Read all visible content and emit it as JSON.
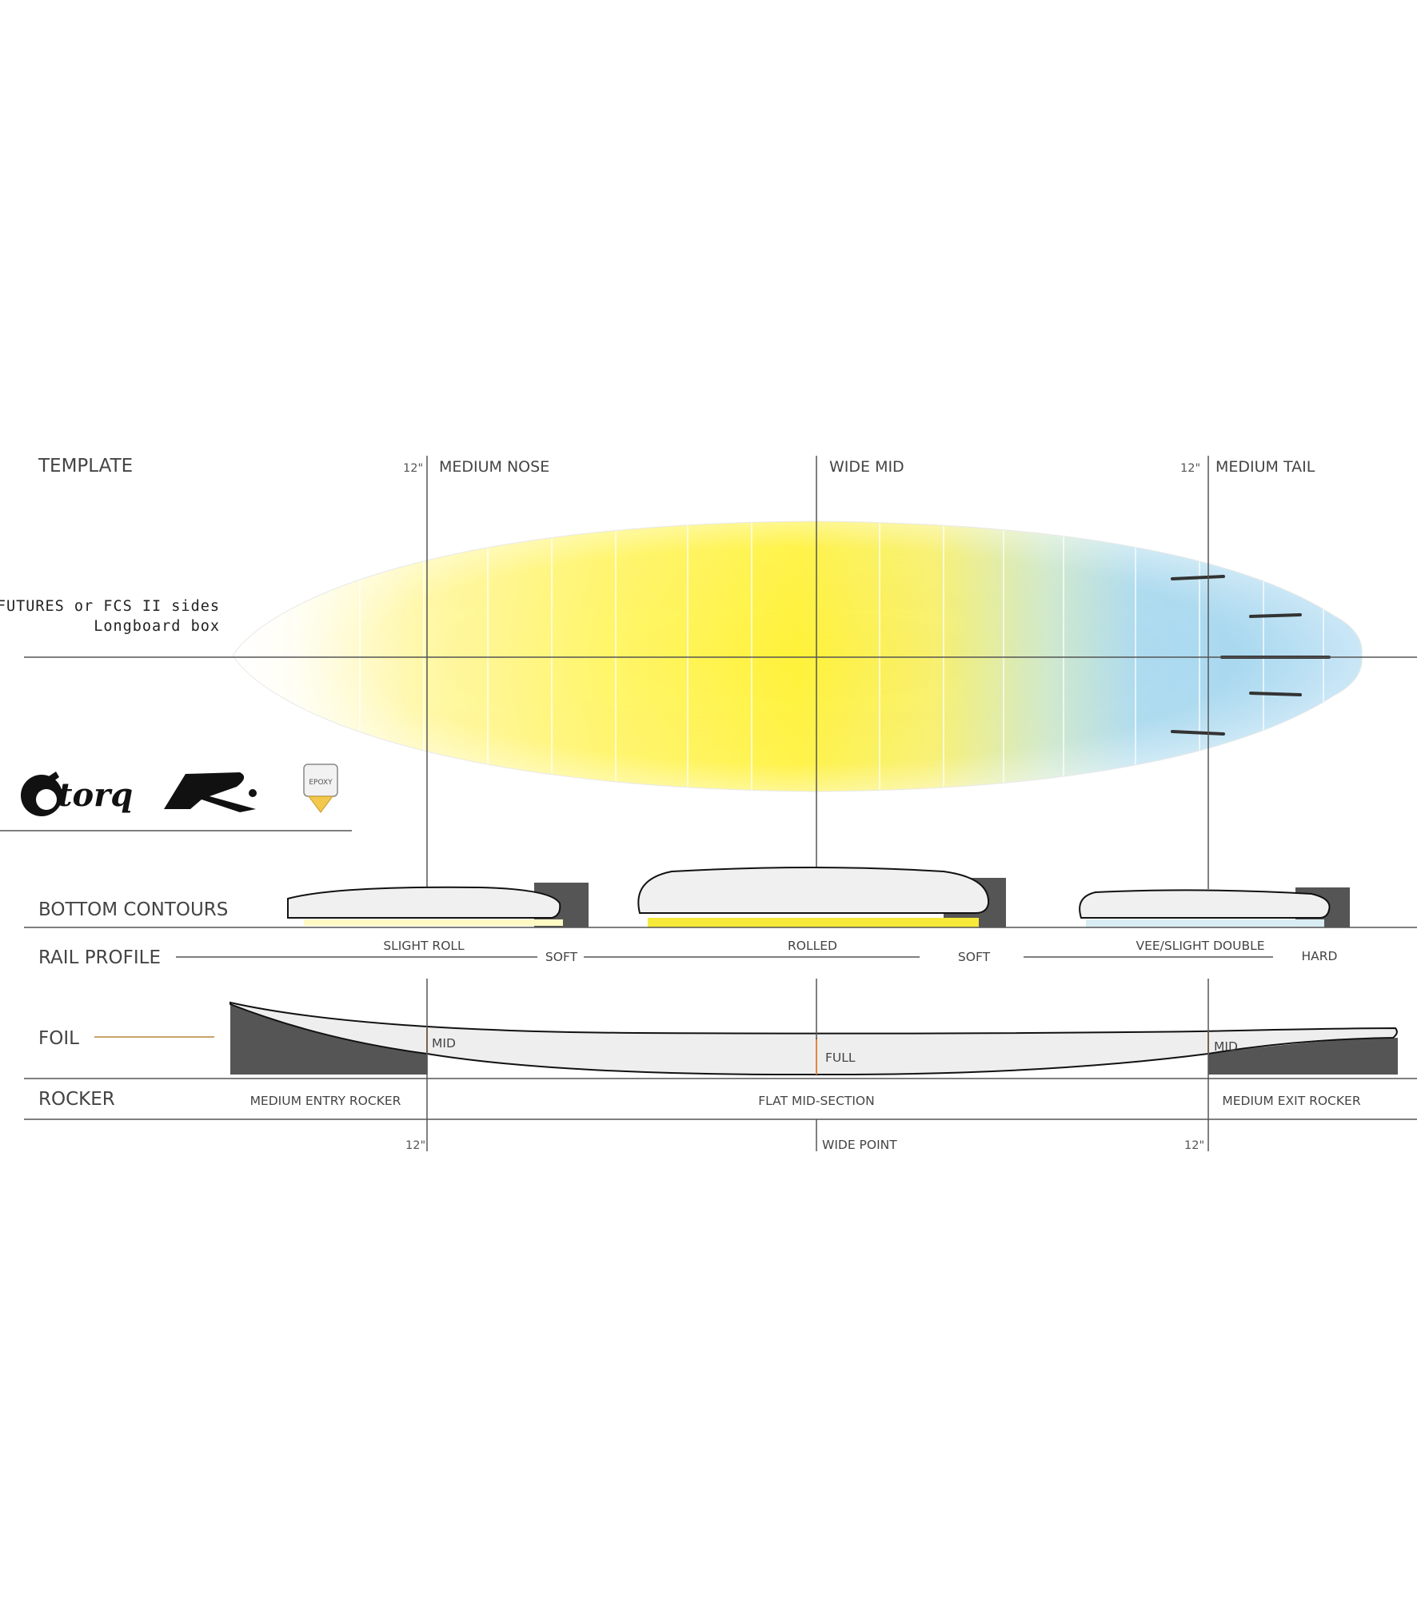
{
  "template": {
    "title": "TEMPLATE",
    "nose_mark": "12\"",
    "nose_label": "MEDIUM NOSE",
    "mid_label": "WIDE MID",
    "tail_mark": "12\"",
    "tail_label": "MEDIUM TAIL",
    "fin_setup_line1": "FUTURES or FCS II sides",
    "fin_setup_line2": "Longboard box"
  },
  "logos": [
    {
      "name": "torq",
      "text": "torq"
    },
    {
      "name": "rusty",
      "text": "R"
    },
    {
      "name": "epoxy-badge",
      "text": "EPOXY"
    }
  ],
  "bottom_contours": {
    "title": "BOTTOM  CONTOURS",
    "nose": "SLIGHT ROLL",
    "mid": "ROLLED",
    "tail": "VEE/SLIGHT DOUBLE"
  },
  "rail_profile": {
    "title": "RAIL PROFILE",
    "nose": "SOFT",
    "mid": "SOFT",
    "tail": "HARD"
  },
  "foil": {
    "title": "FOIL",
    "nose": "MID",
    "mid": "FULL",
    "tail": "MID"
  },
  "rocker": {
    "title": "ROCKER",
    "entry": "MEDIUM ENTRY ROCKER",
    "mid": "FLAT MID-SECTION",
    "exit": "MEDIUM EXIT ROCKER"
  },
  "footer": {
    "nose_mark": "12\"",
    "wide_point": "WIDE POINT",
    "tail_mark": "12\""
  },
  "colors": {
    "nose_zone": "#fff9a8",
    "mid_zone": "#fff23a",
    "tail_zone": "#9fd3ee",
    "fins": "#333333",
    "rail_block": "#555555",
    "foil_marker": "#e0883a",
    "foil_legend": "#c9a46a"
  }
}
